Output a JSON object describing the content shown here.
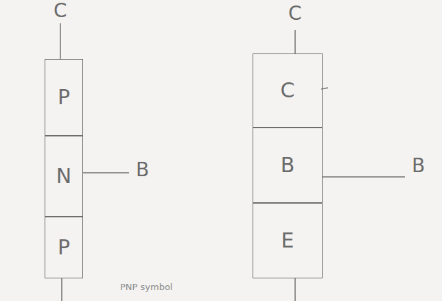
{
  "diagram": {
    "nodes": [
      {
        "text": [
          "P"
        ]
      },
      {
        "text": [
          "N"
        ]
      },
      {
        "text": [
          "P"
        ]
      },
      {
        "text": [
          "C"
        ]
      },
      {
        "text": [
          "B"
        ]
      },
      {
        "text": [
          "E"
        ]
      }
    ],
    "labels": [
      "C",
      "B",
      "C",
      "B",
      "PNP symbol"
    ]
  }
}
